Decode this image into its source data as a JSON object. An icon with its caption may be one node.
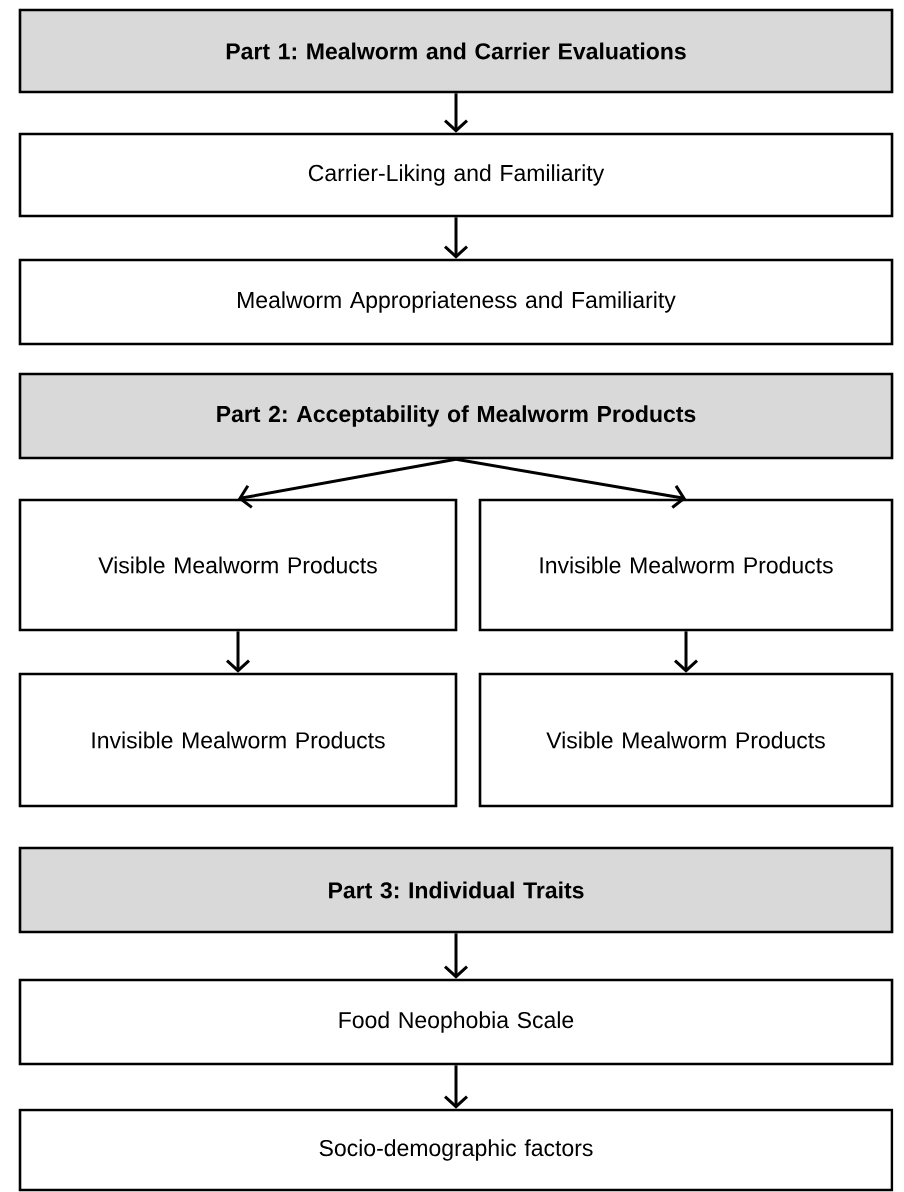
{
  "diagram": {
    "nodes": [
      {
        "text": [
          "Part 1: Mealworm and Carrier Evaluations"
        ]
      },
      {
        "text": [
          "Carrier-Liking and Familiarity"
        ]
      },
      {
        "text": [
          "Mealworm Appropriateness and Familiarity"
        ]
      },
      {
        "text": [
          "Part 2: Acceptability of Mealworm Products"
        ]
      },
      {
        "text": [
          "Visible Mealworm Products"
        ]
      },
      {
        "text": [
          "Invisible Mealworm Products"
        ]
      },
      {
        "text": [
          "Invisible Mealworm Products"
        ]
      },
      {
        "text": [
          "Visible Mealworm Products"
        ]
      },
      {
        "text": [
          "Part 3: Individual Traits"
        ]
      },
      {
        "text": [
          "Food Neophobia Scale"
        ]
      },
      {
        "text": [
          "Socio-demographic factors"
        ]
      }
    ],
    "edges": [
      {
        "from": 0,
        "to": 1,
        "arrow": "to"
      },
      {
        "from": 1,
        "to": 2,
        "arrow": "to"
      },
      {
        "from": 3,
        "to": 4,
        "arrow": "to"
      },
      {
        "from": 3,
        "to": 5,
        "arrow": "to"
      },
      {
        "from": 4,
        "to": 6,
        "arrow": "to"
      },
      {
        "from": 5,
        "to": 7,
        "arrow": "to"
      },
      {
        "from": 8,
        "to": 9,
        "arrow": "to"
      },
      {
        "from": 9,
        "to": 10,
        "arrow": "to"
      }
    ]
  }
}
